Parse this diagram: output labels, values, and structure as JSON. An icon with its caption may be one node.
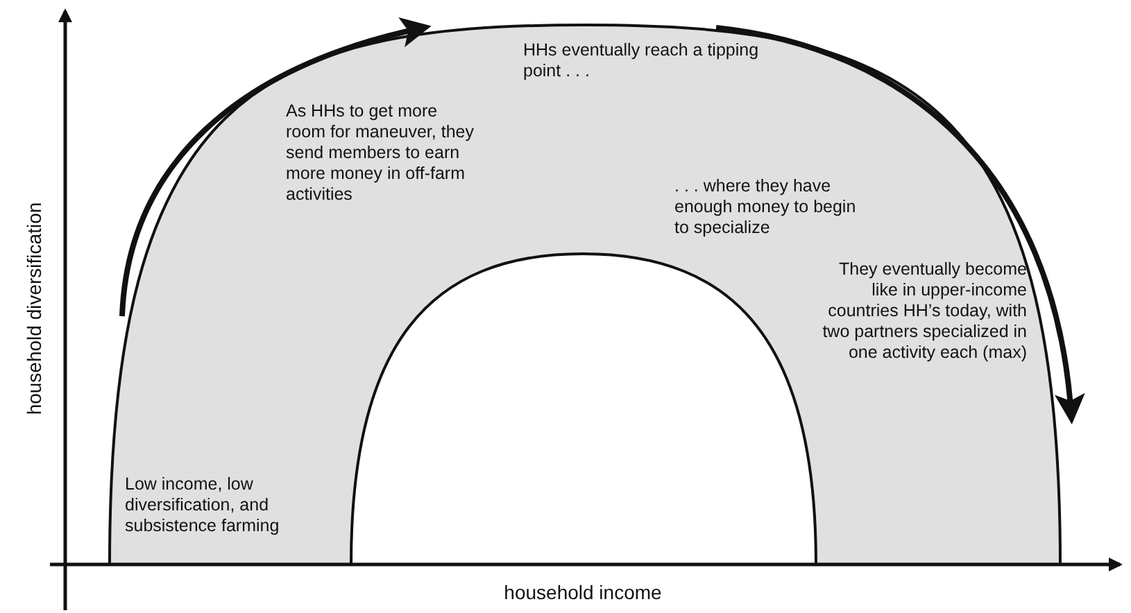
{
  "diagram": {
    "nodes": [
      {
        "text": [
          "HHs eventually reach a tipping point . . .",
          "As HHs to get more room for maneuver, they send members to earn more money in off-farm activities",
          ". . . where they have enough money to begin to specialize",
          "They eventually become like in upper-income countries HH’s today, with two partners specialized in one activity each (max)",
          "Low income, low diversification, and subsistence farming"
        ]
      }
    ],
    "labels": [
      "household diversification",
      "household income"
    ]
  }
}
